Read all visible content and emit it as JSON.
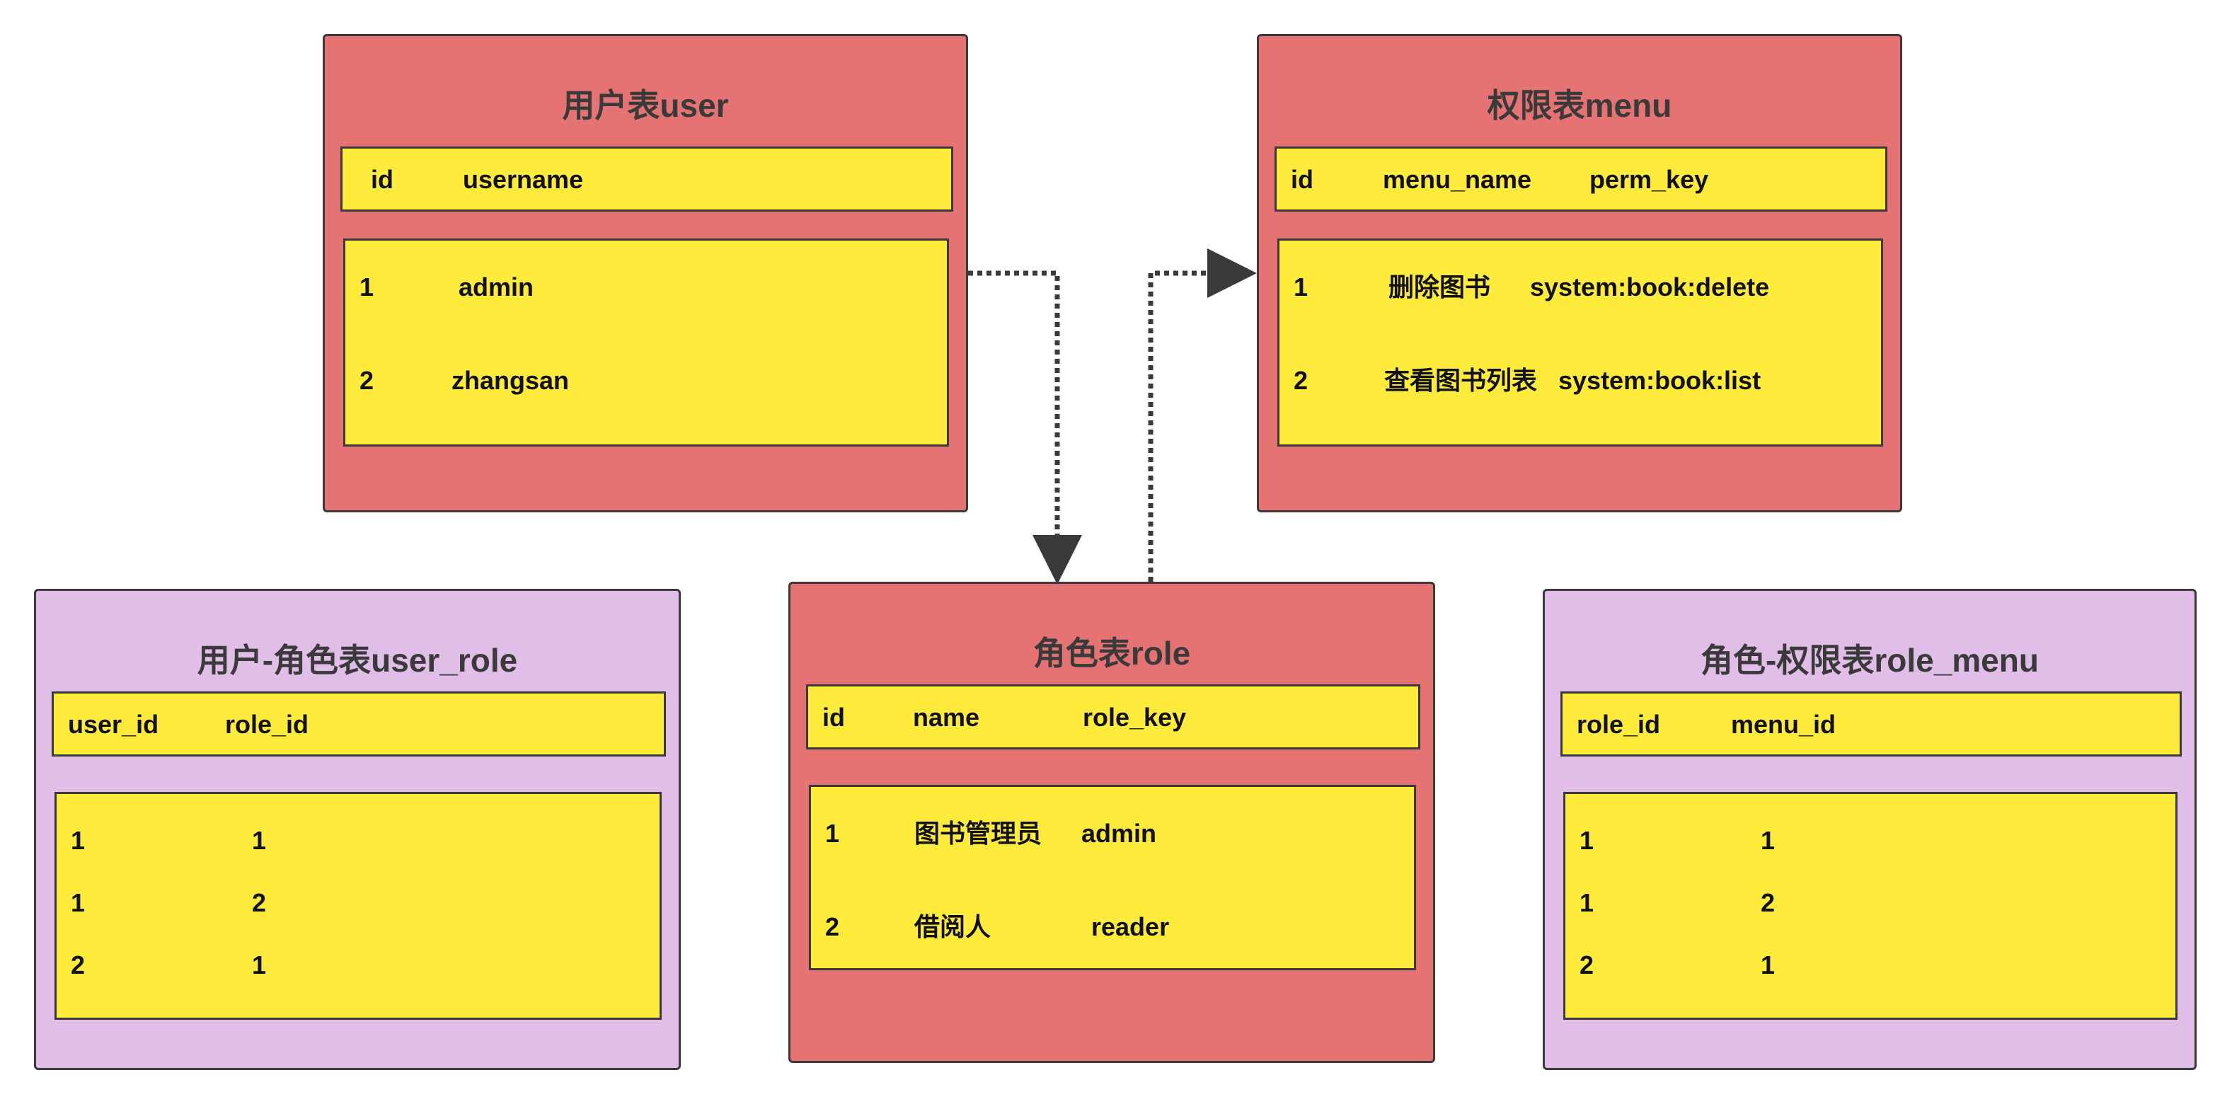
{
  "tables": {
    "user": {
      "title": "用户表user",
      "columns": [
        "id",
        "username"
      ],
      "rows": [
        [
          "1",
          "admin"
        ],
        [
          "2",
          "zhangsan"
        ]
      ]
    },
    "menu": {
      "title": "权限表menu",
      "columns": [
        "id",
        "menu_name",
        "perm_key"
      ],
      "rows": [
        [
          "1",
          "删除图书",
          "system:book:delete"
        ],
        [
          "2",
          "查看图书列表",
          "system:book:list"
        ]
      ]
    },
    "role": {
      "title": "角色表role",
      "columns": [
        "id",
        "name",
        "role_key"
      ],
      "rows": [
        [
          "1",
          "图书管理员",
          "admin"
        ],
        [
          "2",
          "借阅人",
          "reader"
        ]
      ]
    },
    "user_role": {
      "title": "用户-角色表user_role",
      "columns": [
        "user_id",
        "role_id"
      ],
      "rows": [
        [
          "1",
          "1"
        ],
        [
          "1",
          "2"
        ],
        [
          "2",
          "1"
        ]
      ]
    },
    "role_menu": {
      "title": "角色-权限表role_menu",
      "columns": [
        "role_id",
        "menu_id"
      ],
      "rows": [
        [
          "1",
          "1"
        ],
        [
          "1",
          "2"
        ],
        [
          "2",
          "1"
        ]
      ]
    }
  },
  "colors": {
    "main_table_bg": "#e57373",
    "link_table_bg": "#e1bee7",
    "cell_bg": "#ffeb3b",
    "border": "#3a3a3a"
  }
}
